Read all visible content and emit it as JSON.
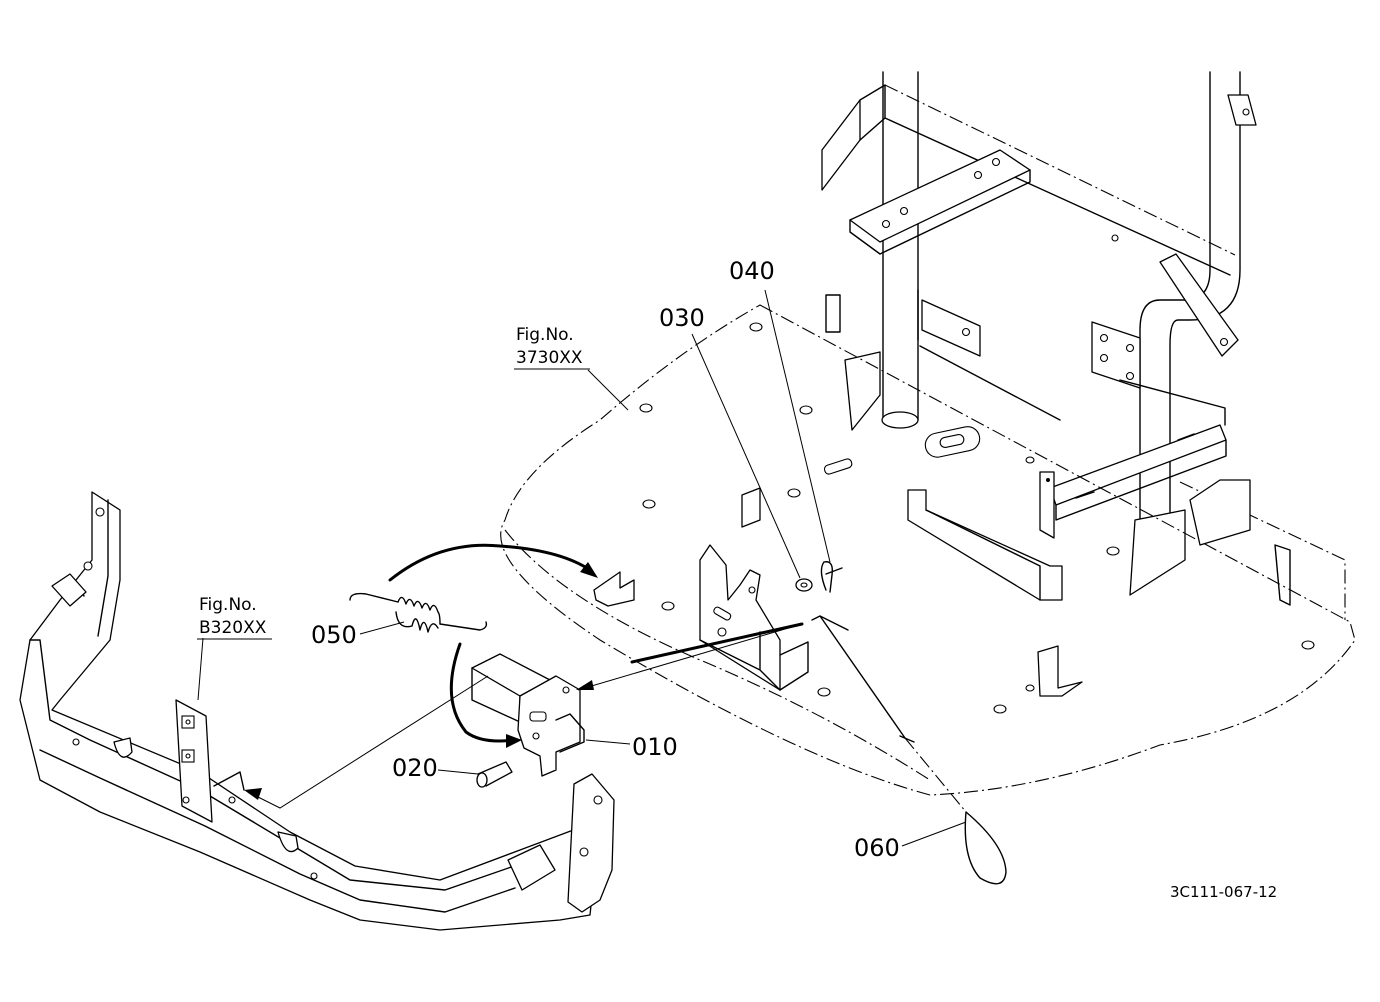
{
  "figure_refs": [
    {
      "line1": "Fig.No.",
      "line2": "3730XX"
    },
    {
      "line1": "Fig.No.",
      "line2": "B320XX"
    }
  ],
  "callouts": {
    "p010": "010",
    "p020": "020",
    "p030": "030",
    "p040": "040",
    "p050": "050",
    "p060": "060"
  },
  "drawing_code": "3C111-067-12"
}
